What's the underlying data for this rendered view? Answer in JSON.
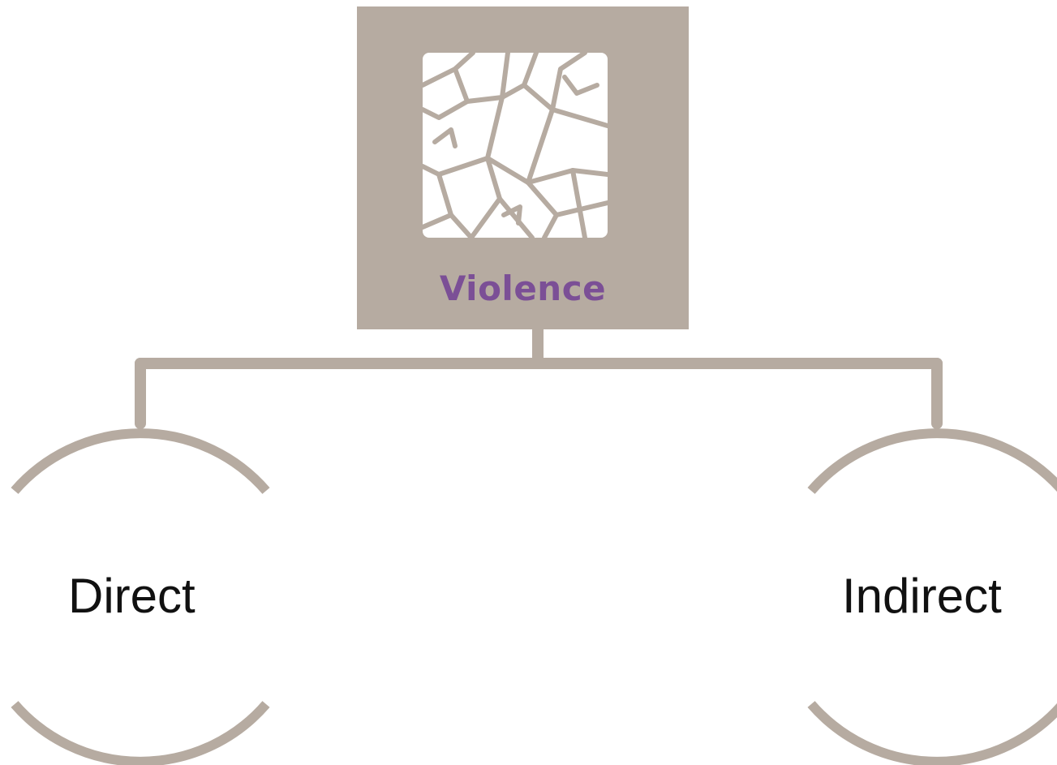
{
  "diagram": {
    "root": {
      "label": "Violence",
      "icon": "cracked-glass-icon"
    },
    "children": [
      {
        "label": "Direct"
      },
      {
        "label": "Indirect"
      }
    ]
  },
  "colors": {
    "box_fill": "#b6aba1",
    "connector": "#b6aba1",
    "root_text": "#7b4f96",
    "node_text": "#111111",
    "icon_fill": "#ffffff"
  }
}
